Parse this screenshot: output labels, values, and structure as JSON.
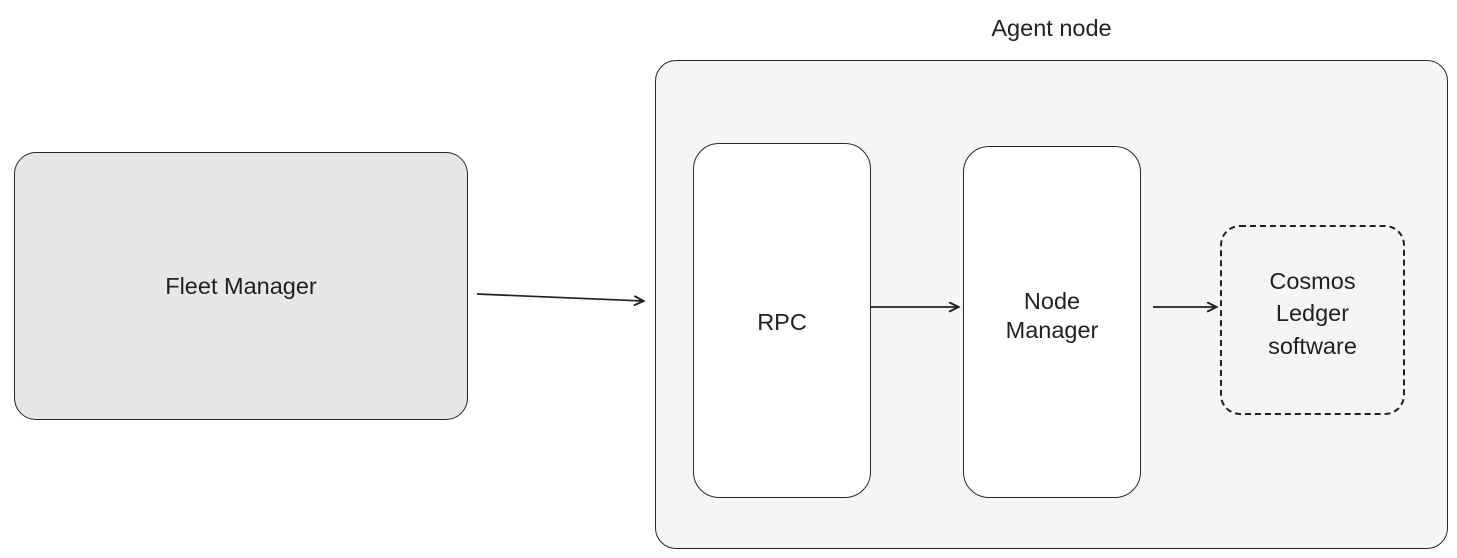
{
  "diagram": {
    "title_visible": false,
    "background": "#ffffff",
    "stroke_color": "#26282b",
    "text_color": "#1f2022"
  },
  "nodes": {
    "fleet_manager": {
      "label": "Fleet Manager",
      "fill": "#e7e7e7",
      "border_style": "solid"
    },
    "agent_node_group": {
      "label": "Agent node",
      "fill": "#f5f5f5",
      "border_style": "solid"
    },
    "rpc": {
      "label": "RPC",
      "fill": "#ffffff",
      "border_style": "solid"
    },
    "node_manager": {
      "label": "Node\nManager",
      "fill": "#ffffff",
      "border_style": "solid"
    },
    "cosmos_ledger": {
      "label": "Cosmos\nLedger\nsoftware",
      "fill": "#f5f5f5",
      "border_style": "dashed"
    }
  },
  "edges": [
    {
      "id": "fleet-to-rpc",
      "from": "fleet_manager",
      "to": "rpc",
      "label": ""
    },
    {
      "id": "rpc-to-node-manager",
      "from": "rpc",
      "to": "node_manager",
      "label": ""
    },
    {
      "id": "node-manager-to-cosmos",
      "from": "node_manager",
      "to": "cosmos_ledger",
      "label": ""
    }
  ]
}
